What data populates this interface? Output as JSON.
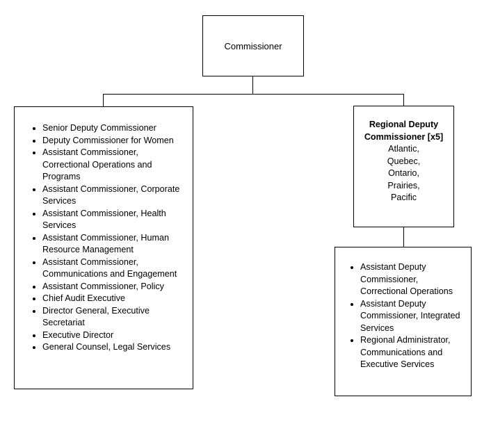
{
  "org_chart": {
    "commissioner": {
      "label": "Commissioner"
    },
    "executive_box": {
      "items": [
        "Senior Deputy Commissioner",
        "Deputy Commissioner for Women",
        "Assistant Commissioner, Correctional Operations and Programs",
        "Assistant Commissioner, Corporate Services",
        "Assistant Commissioner, Health Services",
        "Assistant Commissioner, Human Resource Management",
        "Assistant Commissioner, Communications and Engagement",
        "Assistant Commissioner, Policy",
        "Chief Audit Executive",
        "Director General, Executive Secretariat",
        "Executive Director",
        "General Counsel, Legal Services"
      ]
    },
    "regional_box": {
      "title": "Regional Deputy Commissioner [x5]",
      "regions": [
        "Atlantic,",
        "Quebec,",
        "Ontario,",
        "Prairies,",
        "Pacific"
      ]
    },
    "regional_staff_box": {
      "items": [
        "Assistant Deputy Commissioner, Correctional Operations",
        "Assistant Deputy Commissioner, Integrated Services",
        "Regional Administrator, Communications and Executive Services"
      ]
    }
  }
}
